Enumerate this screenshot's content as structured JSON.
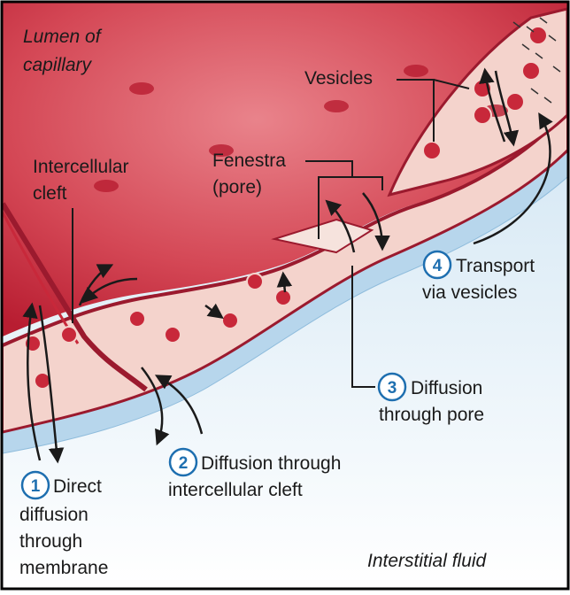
{
  "labels": {
    "lumen": [
      "Lumen of",
      "capillary"
    ],
    "interstitial": "Interstitial fluid",
    "cleft": [
      "Intercellular",
      "cleft"
    ],
    "fenestra": [
      "Fenestra",
      "(pore)"
    ],
    "vesicles": "Vesicles"
  },
  "routes": [
    {
      "number": "1",
      "lines": [
        "Direct",
        "diffusion",
        "through",
        "membrane"
      ]
    },
    {
      "number": "2",
      "lines": [
        "Diffusion through",
        "intercellular cleft"
      ]
    },
    {
      "number": "3",
      "lines": [
        "Diffusion",
        "through pore"
      ]
    },
    {
      "number": "4",
      "lines": [
        "Transport",
        "via vesicles"
      ]
    }
  ],
  "colors": {
    "lumen": "#c8283a",
    "lumen_light": "#e8848c",
    "cell": "#f4d3cc",
    "membrane": "#7a1320",
    "basement": "#b9d7ec",
    "fluid_top": "#d4e7f3",
    "accent": "#1e6fb0"
  }
}
